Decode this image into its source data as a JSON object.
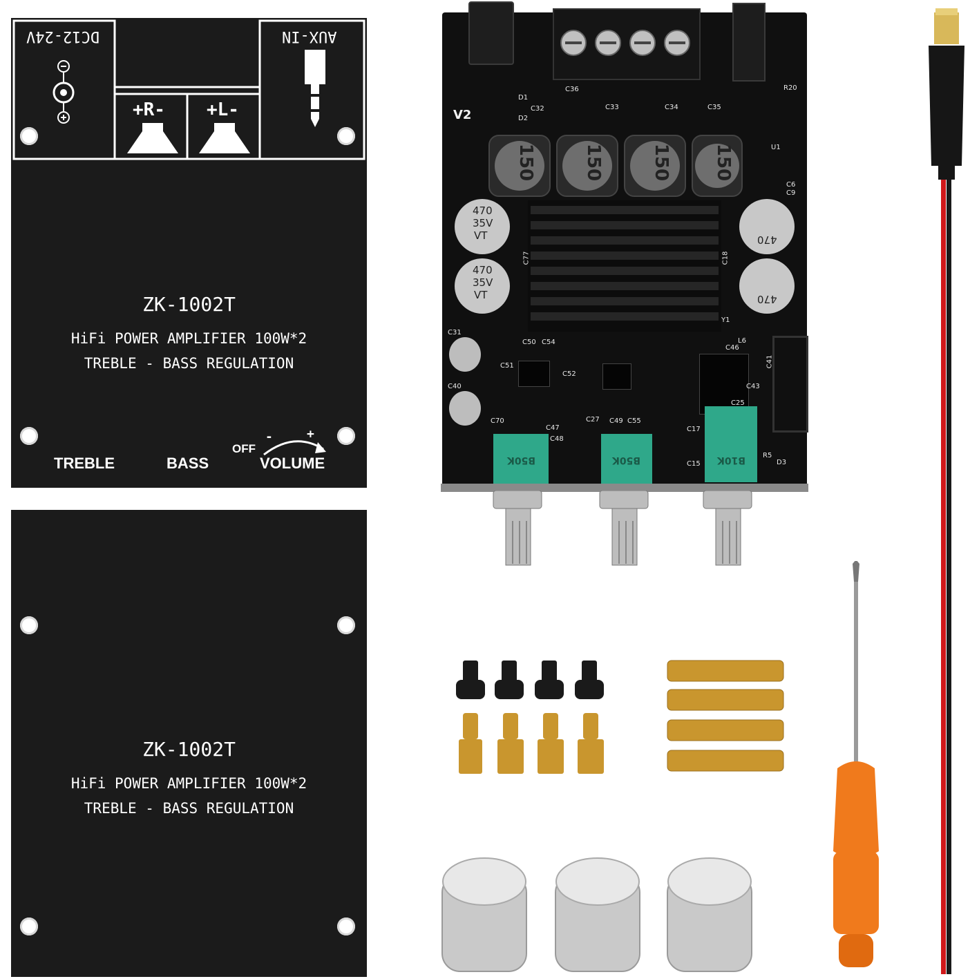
{
  "panel_top": {
    "power_label": "DC12-24V",
    "aux_label": "AUX-IN",
    "right_speaker": "+R-",
    "left_speaker": "+L-",
    "model": "ZK-1002T",
    "line1": "HiFi POWER AMPLIFIER 100W*2",
    "line2": "TREBLE - BASS  REGULATION",
    "treble": "TREBLE",
    "bass": "BASS",
    "off": "OFF",
    "volume": "VOLUME",
    "minus": "-",
    "plus": "+"
  },
  "panel_bottom": {
    "model": "ZK-1002T",
    "line1": "HiFi POWER AMPLIFIER 100W*2",
    "line2": "TREBLE - BASS  REGULATION"
  },
  "pcb": {
    "version": "V2",
    "inductor": "150",
    "cap_line1": "470",
    "cap_line2": "35V",
    "cap_line3": "VT",
    "pot_left": "B50K",
    "pot_mid": "B50K",
    "pot_right": "B10K",
    "labels": [
      "D1",
      "D2",
      "C36",
      "C33",
      "C34",
      "C35",
      "C32",
      "C9",
      "C6",
      "U1",
      "C77",
      "C18",
      "Y1",
      "C31",
      "C50",
      "C54",
      "C51",
      "C52",
      "C40",
      "C70",
      "C47",
      "C48",
      "C49",
      "C55",
      "C27",
      "C17",
      "C15",
      "C25",
      "R5",
      "D3",
      "R20",
      "C41",
      "C43",
      "C46",
      "L6"
    ]
  },
  "colors": {
    "panel": "#1b1b1b",
    "pcb": "#101010",
    "pot": "#2fa88a",
    "brass": "#c9962e",
    "handle": "#f07a1c",
    "wire_red": "#d0191b"
  }
}
